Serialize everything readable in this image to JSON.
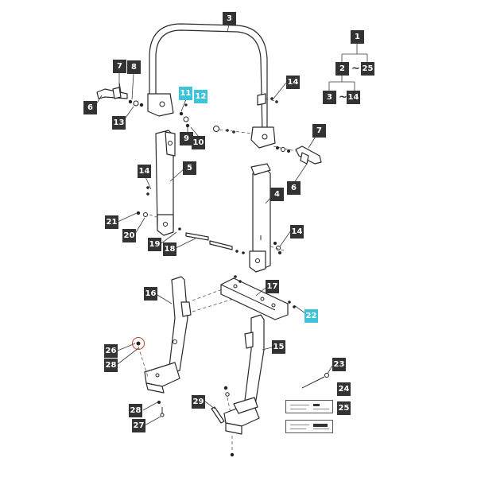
{
  "diagram": {
    "legend": {
      "root": "1",
      "level2": [
        "2",
        "25"
      ],
      "level3": [
        "3",
        "14"
      ],
      "range_symbol": "~"
    },
    "callouts": [
      {
        "id": "c3",
        "text": "3",
        "style": "dark"
      },
      {
        "id": "c1",
        "text": "1",
        "style": "dark"
      },
      {
        "id": "c2",
        "text": "2",
        "style": "dark"
      },
      {
        "id": "c25a",
        "text": "25",
        "style": "dark"
      },
      {
        "id": "c3b",
        "text": "3",
        "style": "dark"
      },
      {
        "id": "c14legend",
        "text": "14",
        "style": "dark"
      },
      {
        "id": "c7a",
        "text": "7",
        "style": "dark"
      },
      {
        "id": "c8",
        "text": "8",
        "style": "dark"
      },
      {
        "id": "c6a",
        "text": "6",
        "style": "dark"
      },
      {
        "id": "c13",
        "text": "13",
        "style": "dark"
      },
      {
        "id": "c11",
        "text": "11",
        "style": "highlight"
      },
      {
        "id": "c12",
        "text": "12",
        "style": "highlight"
      },
      {
        "id": "c9",
        "text": "9",
        "style": "dark"
      },
      {
        "id": "c10",
        "text": "10",
        "style": "dark"
      },
      {
        "id": "c14a",
        "text": "14",
        "style": "dark"
      },
      {
        "id": "c7b",
        "text": "7",
        "style": "dark"
      },
      {
        "id": "c6b",
        "text": "6",
        "style": "dark"
      },
      {
        "id": "c14b",
        "text": "14",
        "style": "dark"
      },
      {
        "id": "c5",
        "text": "5",
        "style": "dark"
      },
      {
        "id": "c4",
        "text": "4",
        "style": "dark"
      },
      {
        "id": "c21",
        "text": "21",
        "style": "dark"
      },
      {
        "id": "c20",
        "text": "20",
        "style": "dark"
      },
      {
        "id": "c19",
        "text": "19",
        "style": "dark"
      },
      {
        "id": "c18",
        "text": "18",
        "style": "dark"
      },
      {
        "id": "c14c",
        "text": "14",
        "style": "dark"
      },
      {
        "id": "c16",
        "text": "16",
        "style": "dark"
      },
      {
        "id": "c17",
        "text": "17",
        "style": "dark"
      },
      {
        "id": "c22",
        "text": "22",
        "style": "highlight"
      },
      {
        "id": "c15",
        "text": "15",
        "style": "dark"
      },
      {
        "id": "c26",
        "text": "26",
        "style": "dark"
      },
      {
        "id": "c28a",
        "text": "28",
        "style": "dark"
      },
      {
        "id": "c23",
        "text": "23",
        "style": "dark"
      },
      {
        "id": "c24",
        "text": "24",
        "style": "dark"
      },
      {
        "id": "c29",
        "text": "29",
        "style": "dark"
      },
      {
        "id": "c28b",
        "text": "28",
        "style": "dark"
      },
      {
        "id": "c25b",
        "text": "25",
        "style": "dark"
      },
      {
        "id": "c27",
        "text": "27",
        "style": "dark"
      }
    ]
  }
}
